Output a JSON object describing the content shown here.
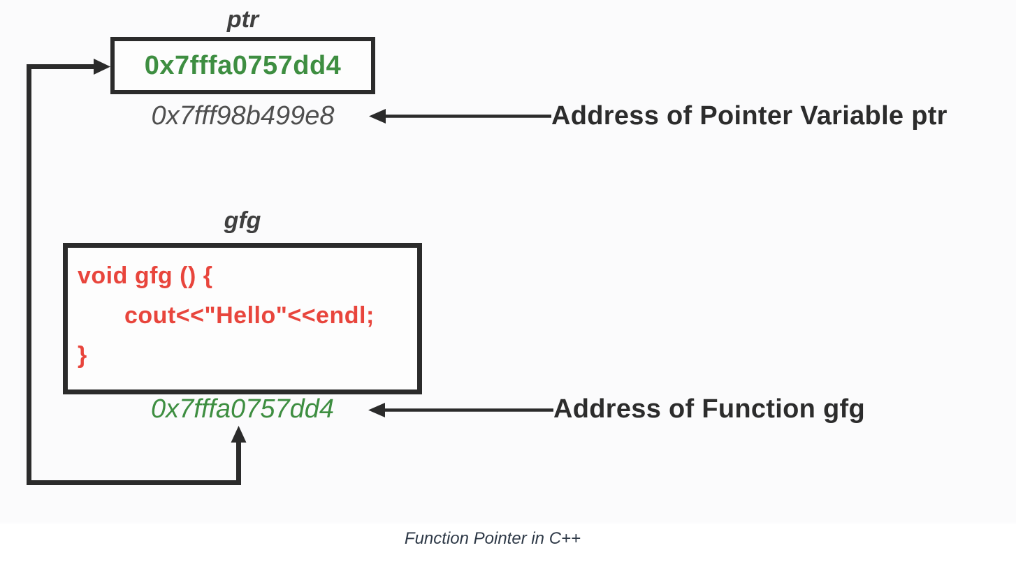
{
  "pointer": {
    "label": "ptr",
    "value": "0x7fffa0757dd4",
    "address": "0x7fff98b499e8",
    "annotation": "Address of Pointer Variable ptr"
  },
  "function": {
    "label": "gfg",
    "code": [
      "void gfg () {",
      "cout<<\"Hello\"<<endl;",
      "}"
    ],
    "address": "0x7fffa0757dd4",
    "annotation": "Address of Function gfg"
  },
  "caption": "Function Pointer in C++",
  "colors": {
    "address_green": "#3e8e41",
    "code_red": "#e8453c",
    "line_dark": "#2b2b2b",
    "muted_gray": "#4f4f4f",
    "caption_slate": "#2e3947"
  }
}
